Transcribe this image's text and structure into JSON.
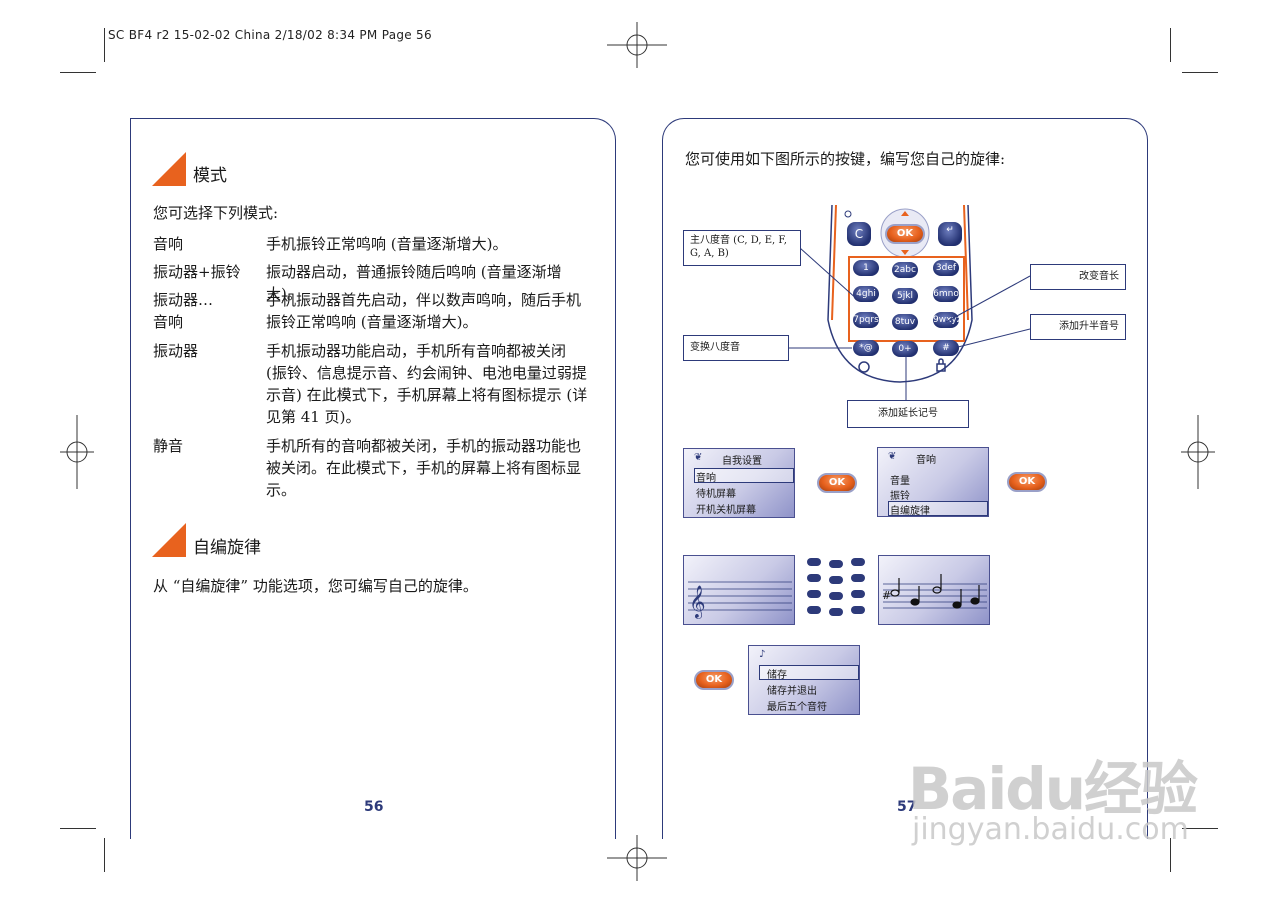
{
  "print_header": "SC BF4 r2 15-02-02 China  2/18/02  8:34 PM  Page 56",
  "left_page": {
    "section1_title": "模式",
    "intro": "您可选择下列模式:",
    "modes": [
      {
        "term": "音响",
        "desc": "手机振铃正常鸣响 (音量逐渐增大)。"
      },
      {
        "term": "振动器+振铃",
        "desc": "振动器启动，普通振铃随后鸣响 (音量逐渐增大)。"
      },
      {
        "term": "振动器…\n音响",
        "desc": "手机振动器首先启动，伴以数声鸣响，随后手机振铃正常鸣响 (音量逐渐增大)。"
      },
      {
        "term": "振动器",
        "desc": "手机振动器功能启动，手机所有音响都被关闭 (振铃、信息提示音、约会闹钟、电池电量过弱提示音) 在此模式下，手机屏幕上将有图标提示 (详见第 41 页)。"
      },
      {
        "term": "静音",
        "desc": "手机所有的音响都被关闭，手机的振动器功能也被关闭。在此模式下，手机的屏幕上将有图标显示。"
      }
    ],
    "section2_title": "自编旋律",
    "section2_text": "从 “自编旋律” 功能选项，您可编写自己的旋律。",
    "page_number": "56"
  },
  "right_page": {
    "intro": "您可使用如下图所示的按键，编写您自己的旋律:",
    "callouts": {
      "main_octave": "主八度音 (C, D, E, F, G, A, B)",
      "change_length": "改变音长",
      "add_sharp": "添加升半音号",
      "change_octave": "变换八度音",
      "add_dot": "添加延长记号"
    },
    "keys": [
      "1",
      "2abc",
      "3def",
      "4ghi",
      "5jkl",
      "6mno",
      "7pqrs",
      "8tuv",
      "9wxyz",
      "*@",
      "0+",
      "#"
    ],
    "menu1": {
      "title": "自我设置",
      "items": [
        "音响",
        "待机屏幕",
        "开机关机屏幕"
      ]
    },
    "menu2": {
      "title": "音响",
      "items": [
        "音量",
        "振铃",
        "自编旋律"
      ]
    },
    "menu3": {
      "items": [
        "储存",
        "储存并退出",
        "最后五个音符"
      ]
    },
    "ok_label": "OK",
    "c_label": "C",
    "page_number": "57"
  },
  "watermark": {
    "brand": "Baidu经验",
    "url": "jingyan.baidu.com"
  },
  "colors": {
    "accent": "#e8621e",
    "navy": "#2d3a7a"
  }
}
